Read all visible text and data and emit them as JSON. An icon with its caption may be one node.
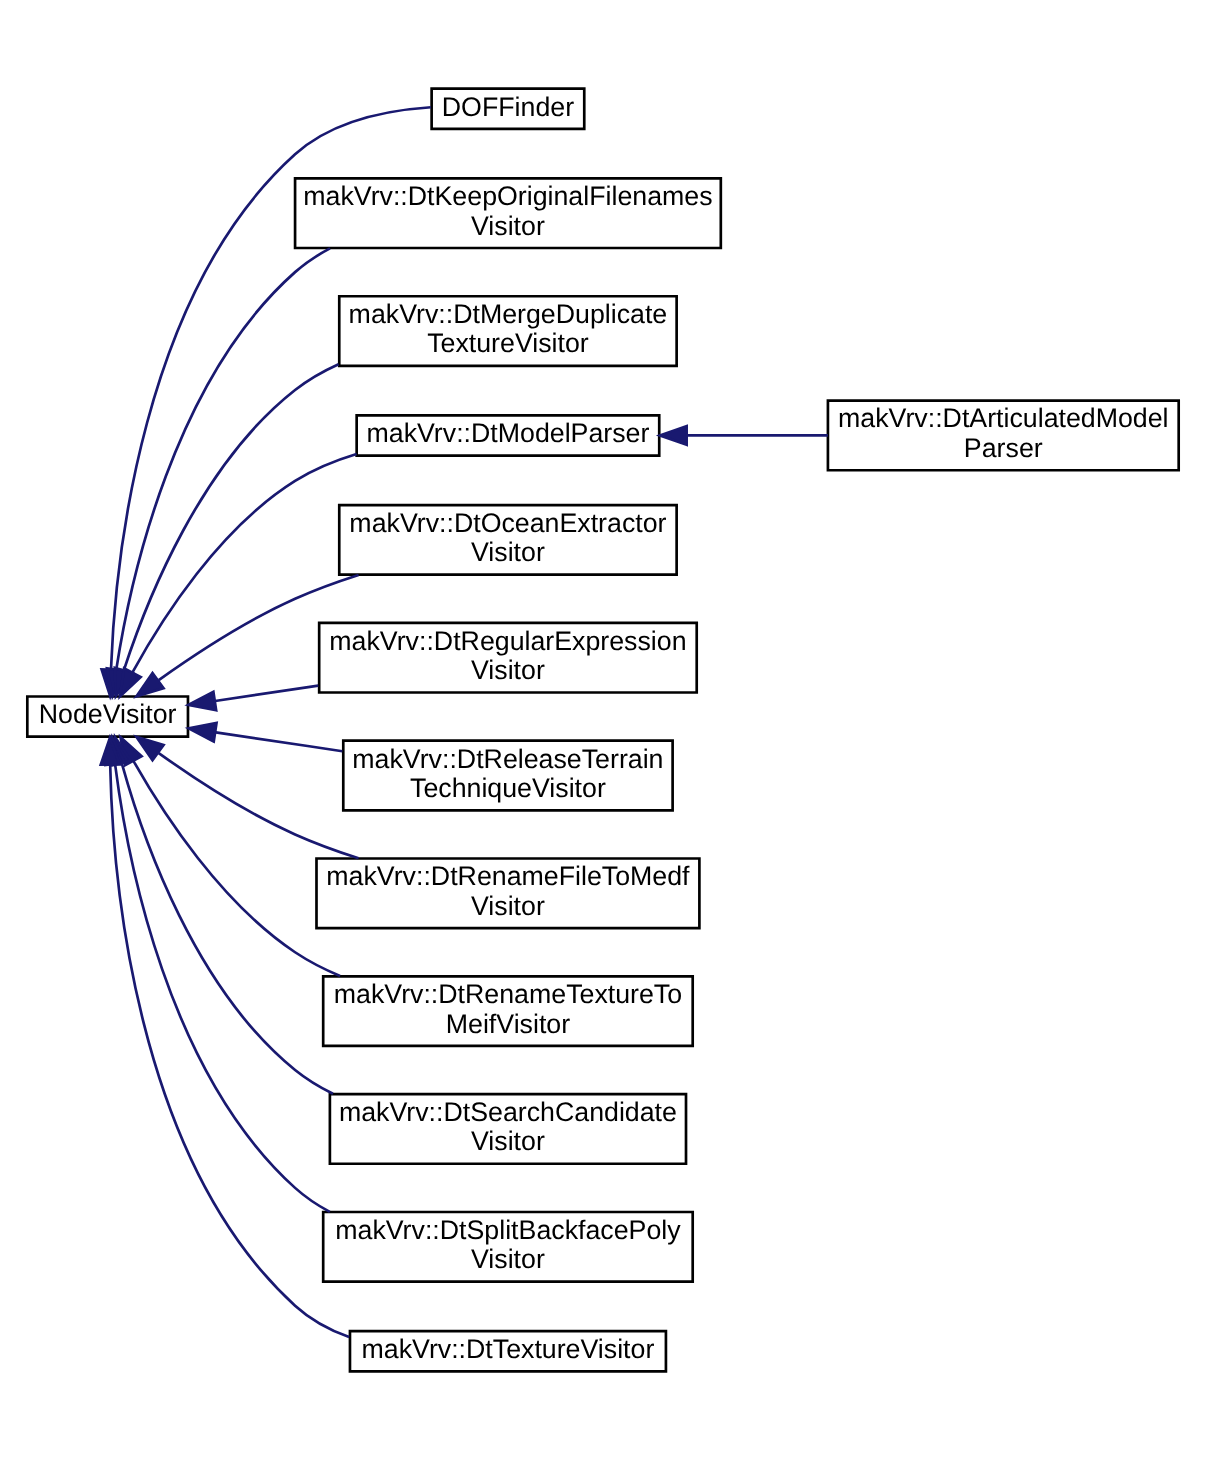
{
  "diagram": {
    "nodes": [
      {
        "text": [
          "DOFFinder"
        ]
      },
      {
        "text": [
          "makVrv::DtKeepOriginalFilenames Visitor"
        ]
      },
      {
        "text": [
          "makVrv::DtMergeDuplicate TextureVisitor"
        ]
      },
      {
        "text": [
          "makVrv::DtModelParser"
        ]
      },
      {
        "text": [
          "makVrv::DtArticulatedModel Parser"
        ]
      },
      {
        "text": [
          "makVrv::DtOceanExtractor Visitor"
        ]
      },
      {
        "text": [
          "makVrv::DtRegularExpression Visitor"
        ]
      },
      {
        "text": [
          "NodeVisitor"
        ]
      },
      {
        "text": [
          "makVrv::DtReleaseTerrain TechniqueVisitor"
        ]
      },
      {
        "text": [
          "makVrv::DtRenameFileToMedf Visitor"
        ]
      },
      {
        "text": [
          "makVrv::DtRenameTextureTo MeifVisitor"
        ]
      },
      {
        "text": [
          "makVrv::DtSearchCandidate Visitor"
        ]
      },
      {
        "text": [
          "makVrv::DtSplitBackfacePoly Visitor"
        ]
      },
      {
        "text": [
          "makVrv::DtTextureVisitor"
        ]
      }
    ],
    "edges": [
      {
        "from": 0,
        "to": 7,
        "arrow": "to"
      },
      {
        "from": 1,
        "to": 7,
        "arrow": "to"
      },
      {
        "from": 2,
        "to": 7,
        "arrow": "to"
      },
      {
        "from": 3,
        "to": 7,
        "arrow": "to"
      },
      {
        "from": 4,
        "to": 3,
        "arrow": "to"
      },
      {
        "from": 5,
        "to": 7,
        "arrow": "to"
      },
      {
        "from": 6,
        "to": 7,
        "arrow": "to"
      },
      {
        "from": 8,
        "to": 7,
        "arrow": "to"
      },
      {
        "from": 9,
        "to": 7,
        "arrow": "to"
      },
      {
        "from": 10,
        "to": 7,
        "arrow": "to"
      },
      {
        "from": 11,
        "to": 7,
        "arrow": "to"
      },
      {
        "from": 12,
        "to": 7,
        "arrow": "to"
      },
      {
        "from": 13,
        "to": 7,
        "arrow": "to"
      }
    ]
  }
}
